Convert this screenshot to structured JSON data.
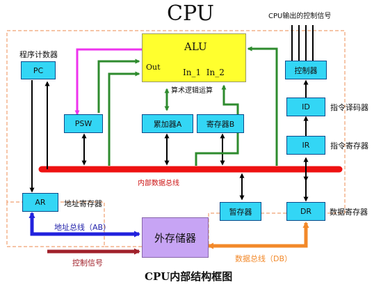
{
  "title": "CPU",
  "caption": "CPU内部结构框图",
  "nodes": {
    "pc": "PC",
    "psw": "PSW",
    "alu": "ALU",
    "alu_out": "Out",
    "alu_in": "In_1  In_2",
    "accumulator": "累加器A",
    "register_b": "寄存器B",
    "controller": "控制器",
    "id": "ID",
    "ir": "IR",
    "ar": "AR",
    "temp_register": "暂存器",
    "dr": "DR",
    "external_memory": "外存储器"
  },
  "labels": {
    "program_counter": "程序计数器",
    "alu_desc": "算术逻辑运算",
    "control_output": "CPU输出的控制信号",
    "instruction_decoder": "指令译码器",
    "instruction_register": "指令寄存器",
    "internal_bus": "内部数据总线",
    "address_register": "地址寄存器",
    "data_register": "数据寄存器",
    "address_bus": "地址总线（AB）",
    "data_bus": "数据总线（DB）",
    "control_signal": "控制信号"
  },
  "colors": {
    "cyan_box": "#33d6f5",
    "alu_box": "#ffff2e",
    "memory_box": "#c7a4f4",
    "internal_bus": "#ee1111",
    "green_arrow": "#2e8b2e",
    "magenta_arrow": "#ee33ee",
    "address_bus": "#2222dd",
    "data_bus": "#f2892a",
    "control_signal": "#a0202a",
    "dashed_border": "#f0a070"
  }
}
